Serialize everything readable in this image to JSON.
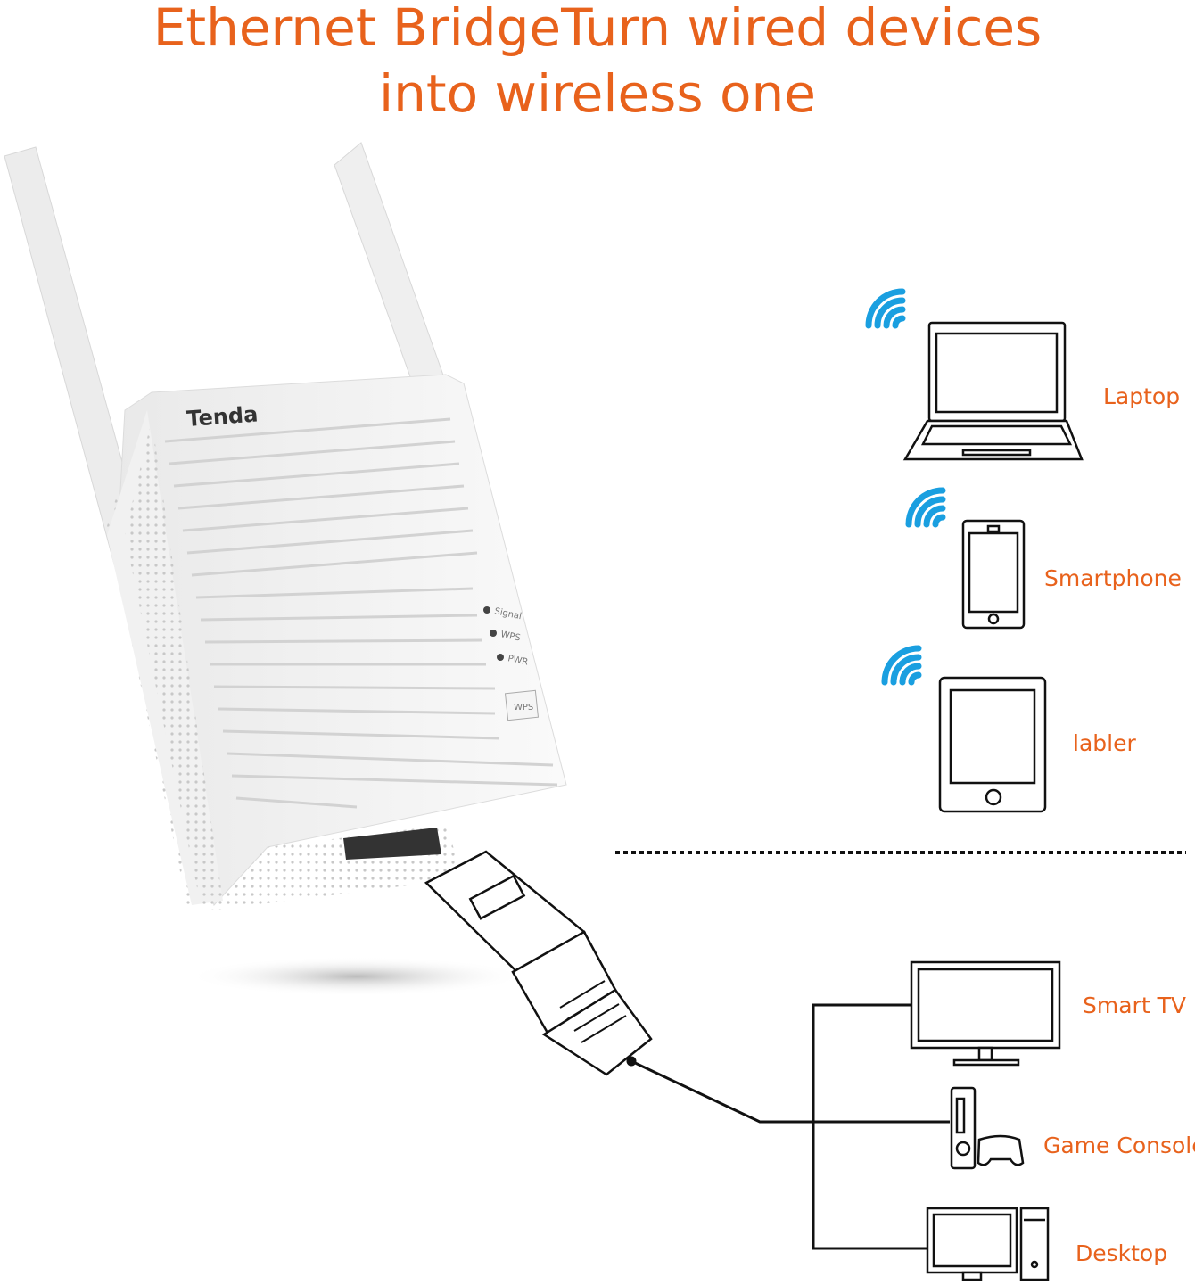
{
  "title": {
    "line1": "Ethernet BridgeTurn wired devices",
    "line2": "into wireless one"
  },
  "extender": {
    "brand": "Tenda",
    "leds": [
      "Signal",
      "WPS",
      "PWR"
    ],
    "button": "WPS"
  },
  "wireless_devices": [
    {
      "label": "Laptop",
      "icon": "laptop-icon"
    },
    {
      "label": "Smartphone",
      "icon": "smartphone-icon"
    },
    {
      "label": "labler",
      "icon": "tablet-icon"
    }
  ],
  "wired_devices": [
    {
      "label": "Smart TV",
      "icon": "tv-icon"
    },
    {
      "label": "Game Console",
      "icon": "game-console-icon"
    },
    {
      "label": "Desktop",
      "icon": "desktop-icon"
    }
  ],
  "colors": {
    "accent": "#e8621c",
    "wifi": "#1a9fe0"
  }
}
